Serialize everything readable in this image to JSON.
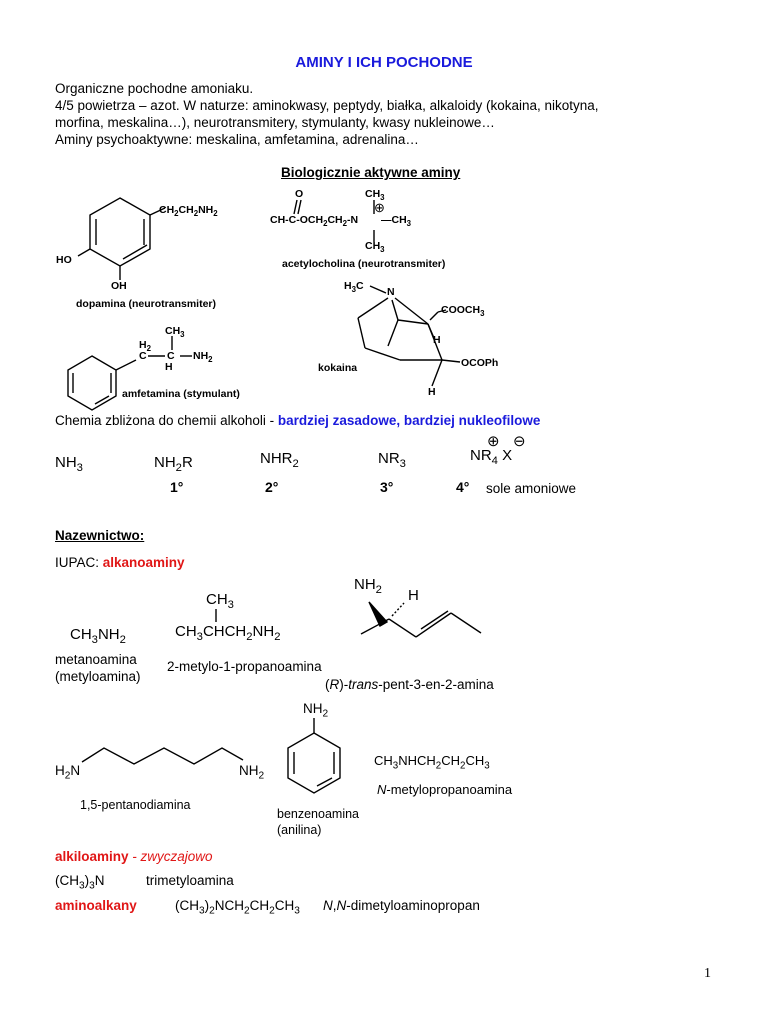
{
  "title": "AMINY I ICH POCHODNE",
  "intro": {
    "line1": "Organiczne pochodne amoniaku.",
    "line2": "4/5 powietrza – azot. W naturze: aminokwasy, peptydy, białka, alkaloidy (kokaina, nikotyna,",
    "line3": "morfina, meskalina…), neurotransmitery, stymulanty, kwasy nukleinowe…",
    "line4": "Aminy psychoaktywne: meskalina, amfetamina, adrenalina…"
  },
  "bio_header": "Biologicznie aktywne aminy",
  "dopamina": {
    "chain": "CH2CH2NH2",
    "ho": "HO",
    "oh": "OH",
    "caption": "dopamina (neurotransmiter)"
  },
  "acetylocholina": {
    "o": "O",
    "ch3_top": "CH3",
    "plus": "⊕",
    "formula": "CH-C-OCH2CH2-N",
    "ch3_right": "—CH3",
    "ch3_bottom": "CH3",
    "caption": "acetylocholina (neurotransmiter)"
  },
  "kokaina": {
    "h3c": "H3C",
    "n": "N",
    "cooch3": "COOCH3",
    "h1": "H",
    "ocoph": "OCOPh",
    "h2": "H",
    "caption": "kokaina"
  },
  "amfetamina": {
    "ch3": "CH3",
    "h2": "H2",
    "c1": "C",
    "c2": "C",
    "nh2": "NH2",
    "h": "H",
    "caption": "amfetamina (stymulant)"
  },
  "chemia": {
    "prefix": "Chemia zbliżona do chemii alkoholi - ",
    "highlight": "bardziej zasadowe, bardziej nukleofilowe"
  },
  "classes": {
    "nh3": "NH3",
    "nh2r": "NH2R",
    "nhr2": "NHR2",
    "nr3": "NR3",
    "nr4x": "NR4 X",
    "plus": "⊕",
    "minus": "⊖",
    "deg1": "1°",
    "deg2": "2°",
    "deg3": "3°",
    "deg4": "4°",
    "sole": "sole amoniowe"
  },
  "nazewnictwo": "Nazewnictwo:",
  "iupac": {
    "prefix": "IUPAC: ",
    "term": "alkanoaminy"
  },
  "examples": {
    "ch3nh2": "CH3NH2",
    "metanoamina": "metanoamina",
    "metyloamina": "(metyloamina)",
    "ch3_branch": "CH3",
    "ch3chch2nh2": "CH3CHCH2NH2",
    "propanoamina": "2-metylo-1-propanoamina",
    "pent_nh2": "NH2",
    "pent_h": "H",
    "pent_r": "R",
    "pent_trans": "trans",
    "pent_rest": "-pent-3-en-2-amina",
    "h2n": "H2N",
    "nh2_right": "NH2",
    "pentanodiamina": "1,5-pentanodiamina",
    "anilina_nh2": "NH2",
    "benzenoamina": "benzenoamina",
    "anilina": "(anilina)",
    "ch3nh_chain": "CH3NHCH2CH2CH3",
    "n_italic": "N",
    "metylopropanoamina": "-metylopropanoamina"
  },
  "alkiloaminy": {
    "term": "alkiloaminy",
    "rest": " - zwyczajowo"
  },
  "trimetylo": {
    "formula": "(CH3)3N",
    "name": "trimetyloamina"
  },
  "aminoalkany": {
    "term": "aminoalkany",
    "formula": "(CH3)2NCH2CH2CH3",
    "n1": "N",
    "n2": "N",
    "name": "-dimetyloaminopropan"
  },
  "page_number": "1"
}
